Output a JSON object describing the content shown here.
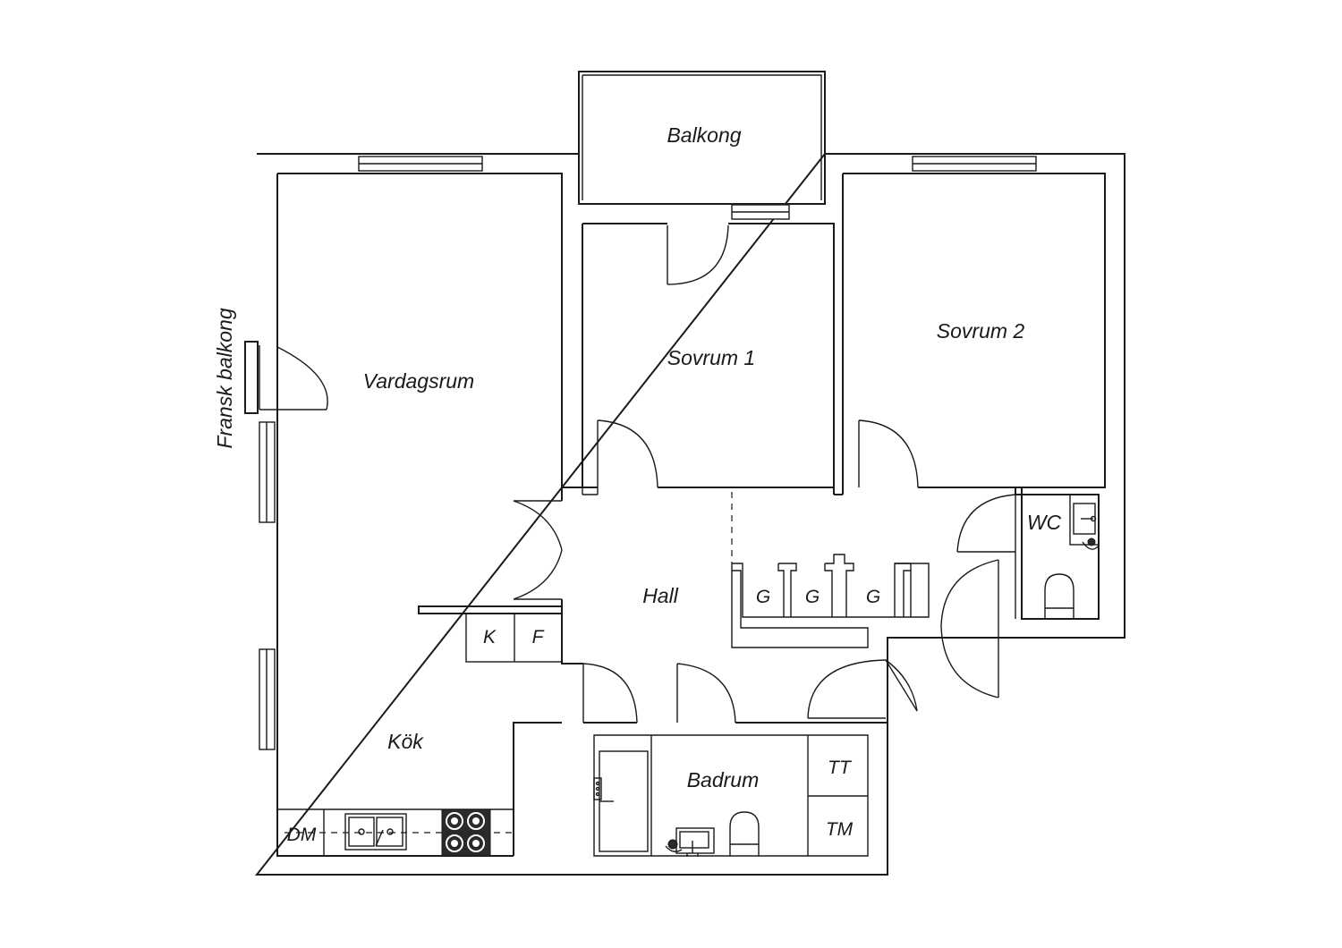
{
  "rooms": {
    "balkong": "Balkong",
    "fransk_balkong": "Fransk balkong",
    "vardagsrum": "Vardagsrum",
    "sovrum1": "Sovrum 1",
    "sovrum2": "Sovrum 2",
    "hall": "Hall",
    "kok": "Kök",
    "badrum": "Badrum",
    "wc": "WC"
  },
  "fixtures": {
    "k": "K",
    "f": "F",
    "g": "G",
    "dm": "DM",
    "tt": "TT",
    "tm": "TM"
  }
}
